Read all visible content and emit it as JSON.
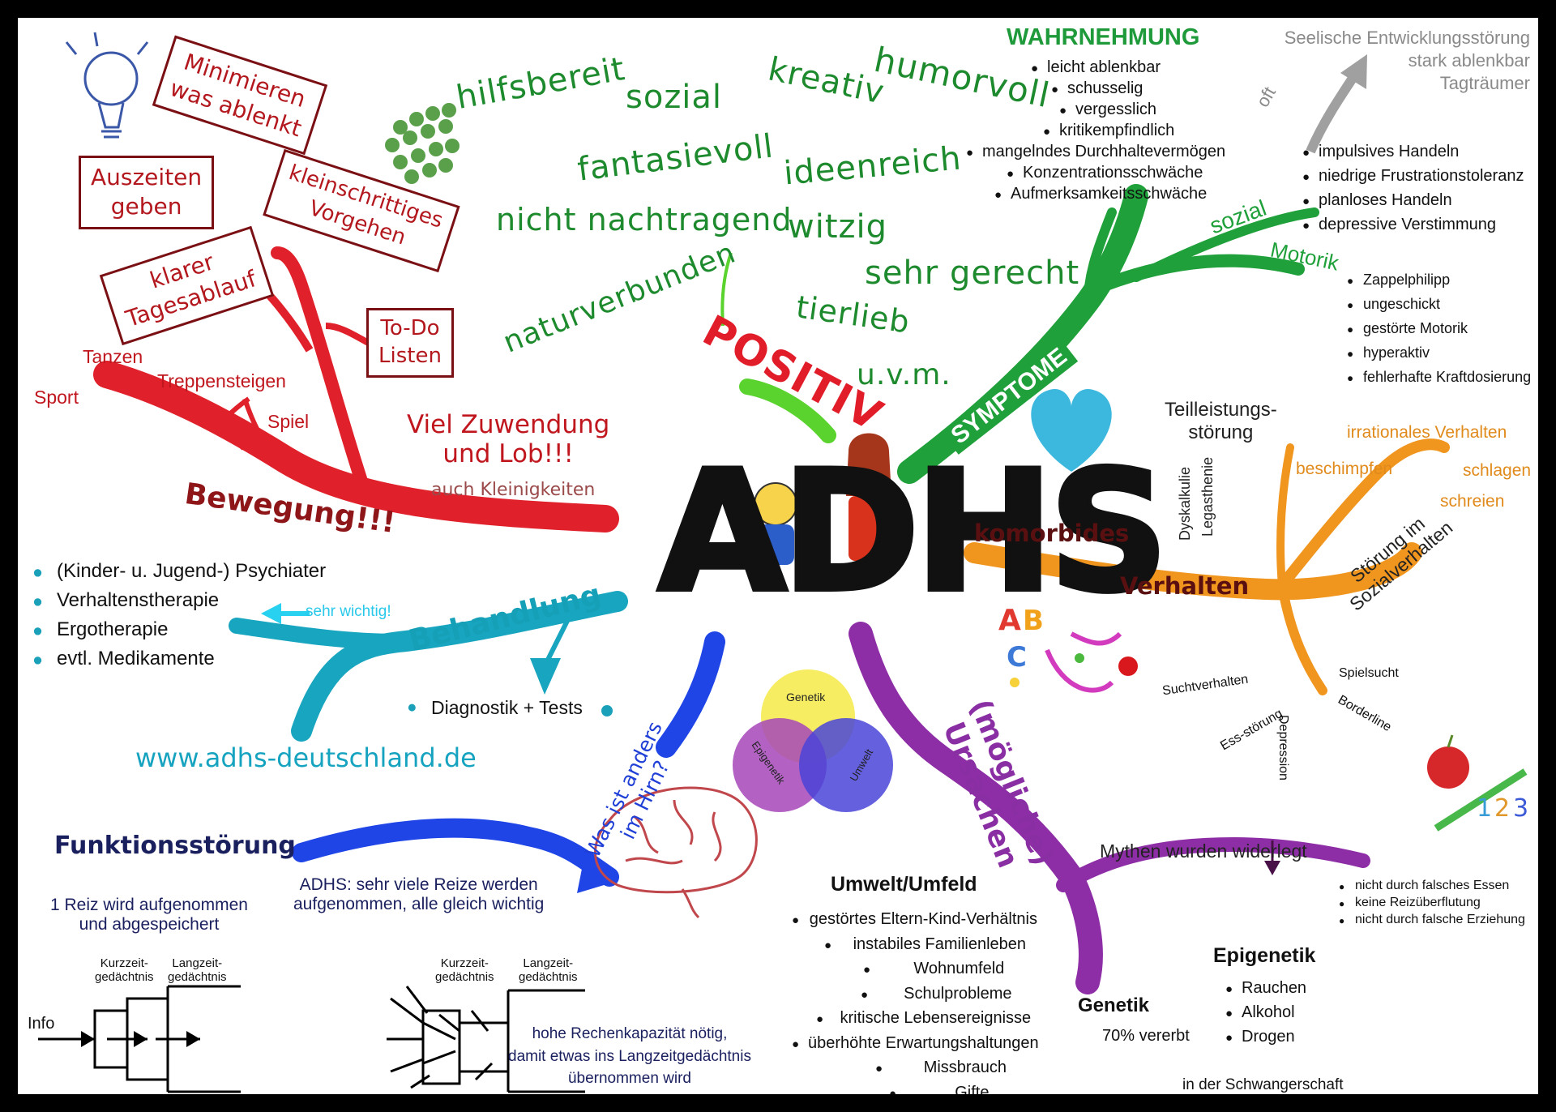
{
  "center": {
    "title": "ADHS"
  },
  "positiv": {
    "label": "POSITIV",
    "words": [
      "hilfsbereit",
      "sozial",
      "kreativ",
      "humorvoll",
      "fantasievoll",
      "ideenreich",
      "nicht nachtragend",
      "witzig",
      "naturverbunden",
      "sehr gerecht",
      "tierlieb",
      "u.v.m."
    ]
  },
  "wahrnehmung": {
    "title": "WAHRNEHMUNG",
    "items": [
      "leicht ablenkbar",
      "schusselig",
      "vergesslich",
      "kritikempfindlich",
      "mangelndes Durchhaltevermögen",
      "Konzentrationsschwäche",
      "Aufmerksamkeitsschwäche"
    ]
  },
  "seelisch": {
    "lines": [
      "Seelische Entwicklungsstörung",
      "stark ablenkbar",
      "Tagträumer"
    ],
    "oft": "oft"
  },
  "sozial": {
    "label": "sozial",
    "items": [
      "impulsives Handeln",
      "niedrige Frustrationstoleranz",
      "planloses Handeln",
      "depressive Verstimmung"
    ]
  },
  "motorik": {
    "label": "Motorik",
    "items": [
      "Zappelphilipp",
      "ungeschickt",
      "gestörte Motorik",
      "hyperaktiv",
      "fehlerhafte Kraftdosierung"
    ]
  },
  "symptome": {
    "label": "SYMPTOME"
  },
  "komorbid": {
    "label1": "komorbides",
    "label2": "Verhalten",
    "teilleistung": "Teilleistungs-\nstörung",
    "dyskalkulie": "Dyskalkulie",
    "legasthenie": "Legasthenie",
    "irrational": "irrationales Verhalten",
    "beschimpfen": "beschimpfen",
    "schlagen": "schlagen",
    "schreien": "schreien",
    "sozialverhalten": "Störung im\nSozialverhalten",
    "sucht": "Suchtverhalten",
    "spielsucht": "Spielsucht",
    "borderline": "Borderline",
    "depression": "Depression",
    "ess": "Ess-störung"
  },
  "links": {
    "boxes": [
      "Minimieren\nwas ablenkt",
      "Auszeiten\ngeben",
      "kleinschrittiges\nVorgehen",
      "klarer\nTagesablauf",
      "To-Do\nListen"
    ],
    "zuwendung": "Viel Zuwendung\nund Lob!!!",
    "kleinigkeiten": "auch Kleinigkeiten",
    "bewegung": "Bewegung!!!",
    "tanzen": "Tanzen",
    "sport": "Sport",
    "treppen": "Treppensteigen",
    "spiel": "Spiel"
  },
  "behandlung": {
    "label": "Behandlung",
    "items": [
      "(Kinder- u. Jugend-) Psychiater",
      "Verhaltenstherapie",
      "Ergotherapie",
      "evtl. Medikamente"
    ],
    "wichtig": "sehr wichtig!",
    "diagnostik": "Diagnostik + Tests",
    "url": "www.adhs-deutschland.de"
  },
  "hirn": {
    "label": "Was ist anders\nim Hirn?",
    "funktion": "Funktionsstörung",
    "reiz1": "1 Reiz wird aufgenommen\nund abgespeichert",
    "reiz2": "ADHS: sehr viele Reize werden\naufgenommen, alle gleich wichtig",
    "kurz": "Kurzzeit-\ngedächtnis",
    "lang": "Langzeit-\ngedächtnis",
    "info": "Info",
    "rechen": "hohe Rechenkapazität nötig,\ndamit etwas ins Langzeitgedächtnis\nübernommen wird"
  },
  "venn": {
    "genetik": "Genetik",
    "epigenetik": "Epigenetik",
    "umwelt": "Umwelt"
  },
  "ursachen": {
    "label": "(mögliche)\nUrsachen",
    "mythen": "Mythen wurden widerlegt",
    "mythen_items": [
      "nicht durch falsches Essen",
      "keine Reizüberflutung",
      "nicht durch falsche Erziehung"
    ],
    "umwelt_title": "Umwelt/Umfeld",
    "umwelt_items": [
      "gestörtes Eltern-Kind-Verhältnis",
      "instabiles Familienleben",
      "Wohnumfeld",
      "Schulprobleme",
      "kritische Lebensereignisse",
      "überhöhte Erwartungshaltungen",
      "Missbrauch",
      "Gifte"
    ],
    "genetik_title": "Genetik",
    "genetik_value": "70% vererbt",
    "epi_title": "Epigenetik",
    "epi_items": [
      "Rauchen",
      "Alkohol",
      "Drogen"
    ],
    "schwanger": "in der Schwangerschaft"
  },
  "colors": {
    "green": "#1e8a2e",
    "red": "#c0161e",
    "teal": "#15a0b8",
    "blue": "#1f3fd6",
    "purple": "#8a2fa3",
    "orange": "#f0951e",
    "symptome_green": "#1fa03a"
  }
}
